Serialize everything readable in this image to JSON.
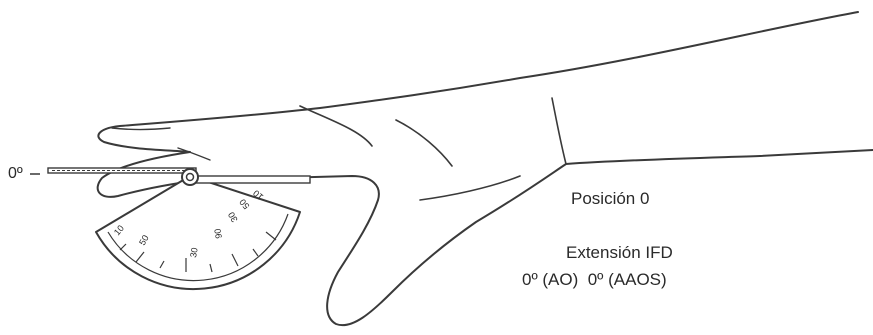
{
  "figure": {
    "zero_mark": "0º",
    "position_label": "Posición 0",
    "measure_title": "Extensión IFD",
    "measure_values": "0º (AO)  0º (AAOS)"
  },
  "goniometer": {
    "scale_numbers": [
      "10",
      "50",
      "30",
      "90",
      "30",
      "50",
      "10"
    ]
  },
  "colors": {
    "ink": "#2a2a2a",
    "outline": "#3a3a3a",
    "background": "#ffffff"
  }
}
